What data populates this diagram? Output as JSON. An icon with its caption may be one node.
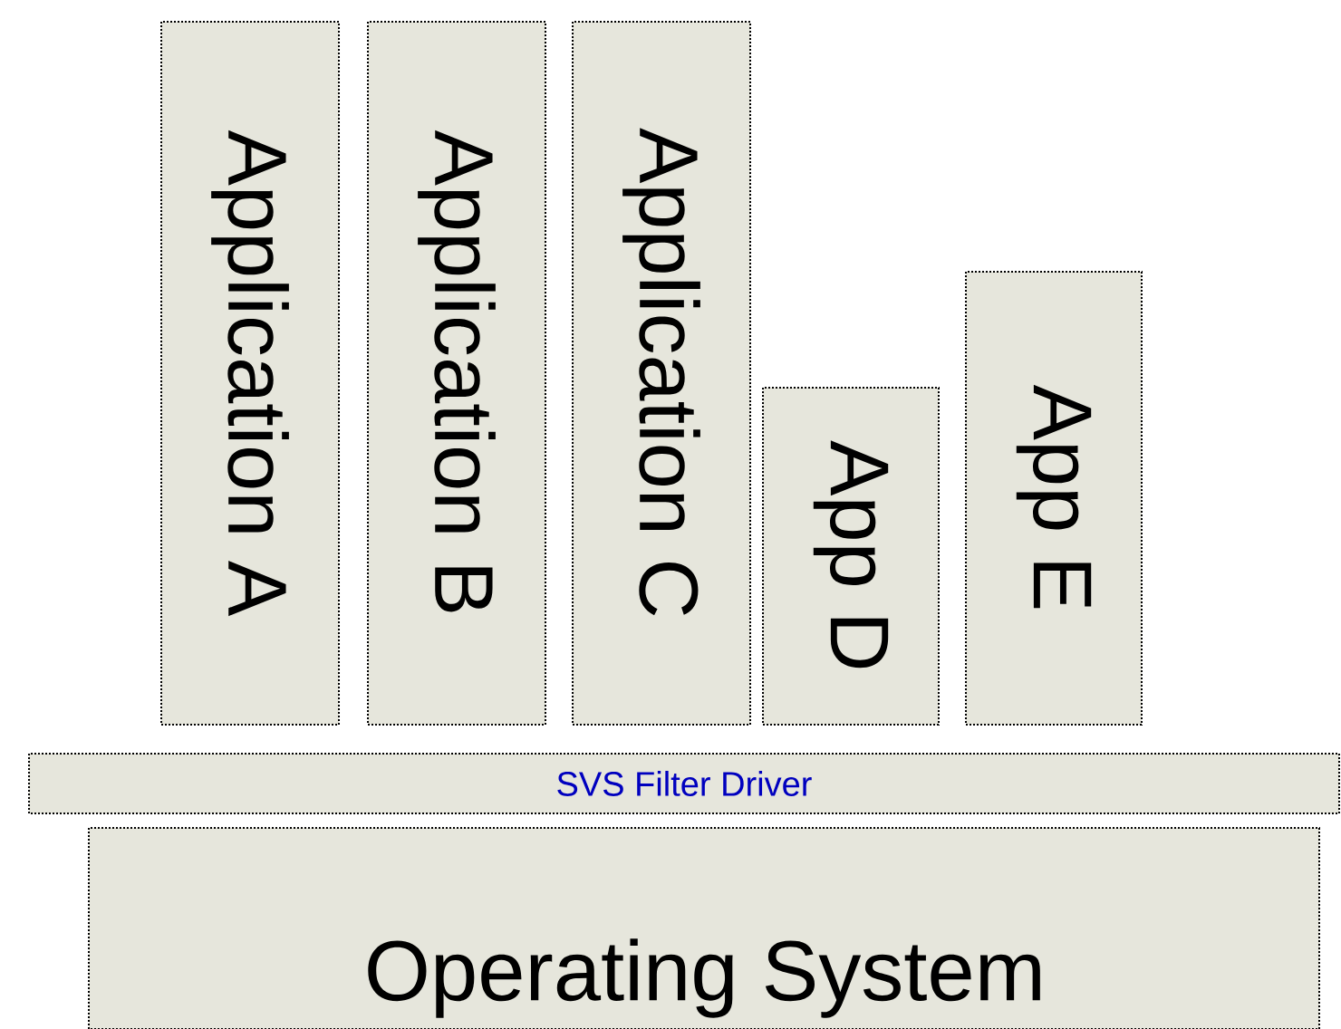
{
  "diagram": {
    "nodes": [
      {
        "text": [
          "Application A"
        ]
      },
      {
        "text": [
          "Application B"
        ]
      },
      {
        "text": [
          "Application C"
        ]
      },
      {
        "text": [
          "App D"
        ]
      },
      {
        "text": [
          "App E"
        ]
      },
      {
        "text": [
          "SVS Filter Driver"
        ]
      },
      {
        "text": [
          "Operating System"
        ]
      }
    ]
  }
}
